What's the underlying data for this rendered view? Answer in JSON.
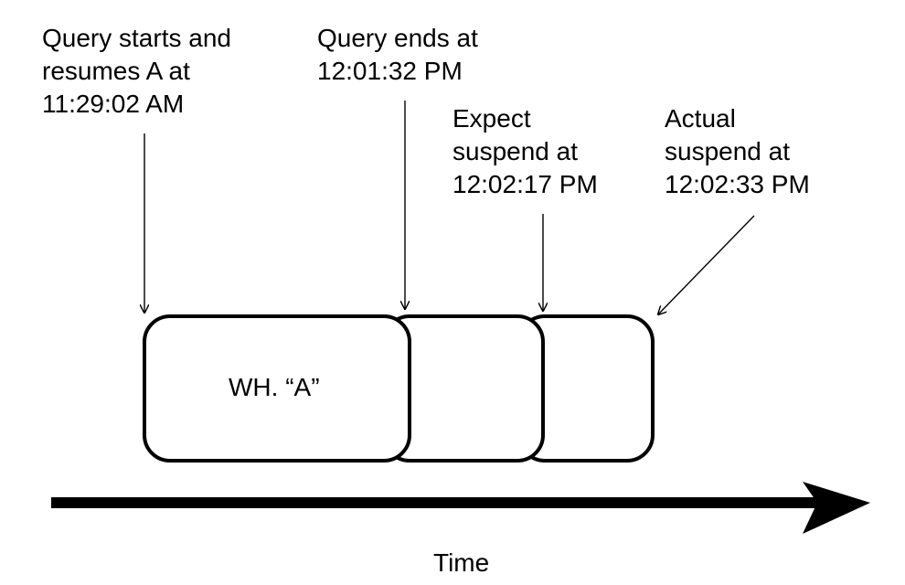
{
  "labels": {
    "query_start": [
      "Query starts and",
      "resumes A at",
      "11:29:02 AM"
    ],
    "query_end": [
      "Query ends at",
      "12:01:32 PM"
    ],
    "expect_suspend": [
      "Expect",
      "suspend at",
      "12:02:17 PM"
    ],
    "actual_suspend": [
      "Actual",
      "suspend at",
      "12:02:33 PM"
    ]
  },
  "warehouse_label": "WH. “A”",
  "axis_label": "Time"
}
